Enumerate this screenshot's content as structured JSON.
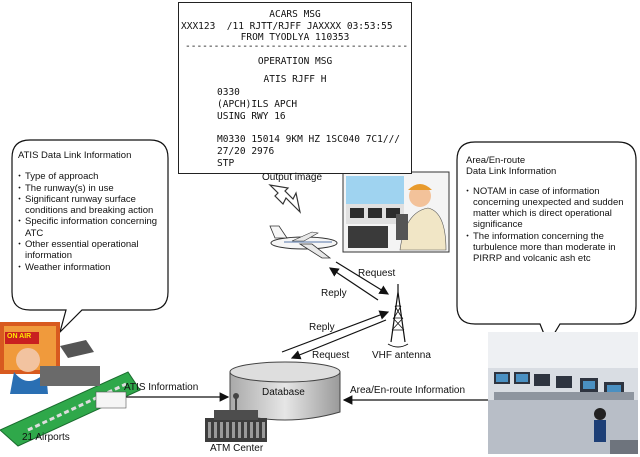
{
  "printout": {
    "line1": "ACARS MSG",
    "line2": "XXX123  /11 RJTT/RJFF JAXXXX 03:53:55",
    "line3": "FROM TYODLYA 110353",
    "divider": "-------------------------------------------",
    "line4": "OPERATION MSG",
    "line5": "ATIS RJFF H",
    "line6": "0330",
    "line7": "(APCH)ILS APCH",
    "line8": "USING RWY 16",
    "line9": "M0330 15014 9KM HZ 1SC040 7C1///",
    "line10": "27/20 2976",
    "line11": "STP"
  },
  "output_image_label": "Output image",
  "atis_bubble": {
    "title": "ATIS Data Link Information",
    "items": [
      "Type of approach",
      "The runway(s) in use",
      "Significant runway surface conditions and breaking action",
      "Specific information concerning ATC",
      "Other essential operational information",
      "Weather information"
    ]
  },
  "area_bubble": {
    "title_line1": "Area/En-route",
    "title_line2": "Data Link Information",
    "items": [
      "NOTAM in case of information concerning unexpected and sudden matter which is direct operational significance",
      "The information concerning the turbulence more than moderate in PIRRP and volcanic ash etc"
    ]
  },
  "labels": {
    "request_top": "Request",
    "reply_top": "Reply",
    "reply_mid": "Reply",
    "request_mid": "Request",
    "vhf_antenna": "VHF antenna",
    "database": "Database",
    "atm_center": "ATM Center",
    "atis_information": "ATIS Information",
    "area_information": "Area/En-route Information",
    "airports": "21 Airports",
    "on_air": "ON AIR"
  },
  "colors": {
    "database_fill": "#c8c8c8",
    "airport_ground": "#2fa84a",
    "monitor_frame": "#e0d75a"
  }
}
